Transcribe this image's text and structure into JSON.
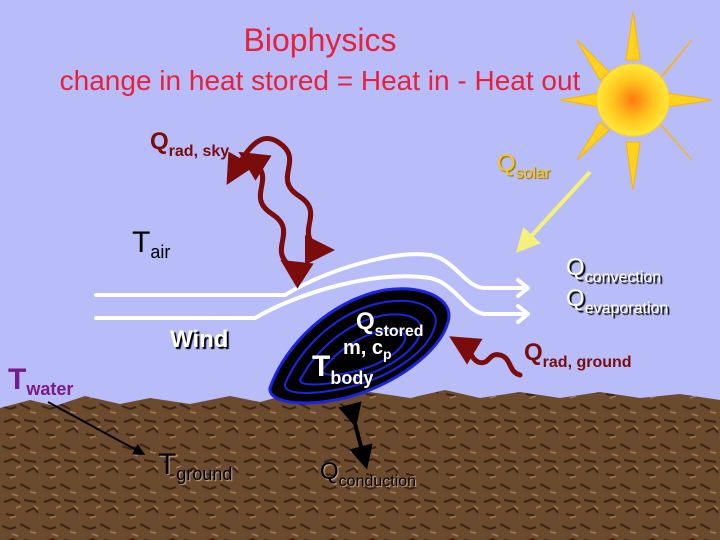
{
  "title": "Biophysics",
  "subtitle": "change in heat stored = Heat in - Heat out",
  "labels": {
    "q_rad_sky": {
      "main": "Q",
      "sub": "rad, sky"
    },
    "q_solar": {
      "main": "Q",
      "sub": "solar"
    },
    "t_air": {
      "main": "T",
      "sub": "air"
    },
    "q_convection": {
      "main": "Q",
      "sub": "convection"
    },
    "q_evaporation": {
      "main": "Q",
      "sub": "evaporation"
    },
    "wind": "Wind",
    "q_stored": {
      "main": "Q",
      "sub": "stored"
    },
    "m_cp": {
      "main": "m, c",
      "sub": "p"
    },
    "t_body": {
      "main": "T",
      "sub": "body"
    },
    "q_rad_ground": {
      "main": "Q",
      "sub": "rad, ground"
    },
    "t_water": {
      "main": "T",
      "sub": "water"
    },
    "t_ground": {
      "main": "T",
      "sub": "ground"
    },
    "q_conduction": {
      "main": "Q",
      "sub": "conduction"
    }
  },
  "colors": {
    "sky": "#b8bcf8",
    "title": "#e8203a",
    "radiation_arrow": "#7a0c0c",
    "solar_arrow": "#f4f07a",
    "solar_label": "#f6c81a",
    "wind_lines": "#ffffff",
    "water_label": "#7a1a8a",
    "ground": "#6b4a2e",
    "body_fill": "#000000",
    "body_outline": "#1b25e0"
  },
  "icons": {
    "sun": "sun-icon"
  }
}
